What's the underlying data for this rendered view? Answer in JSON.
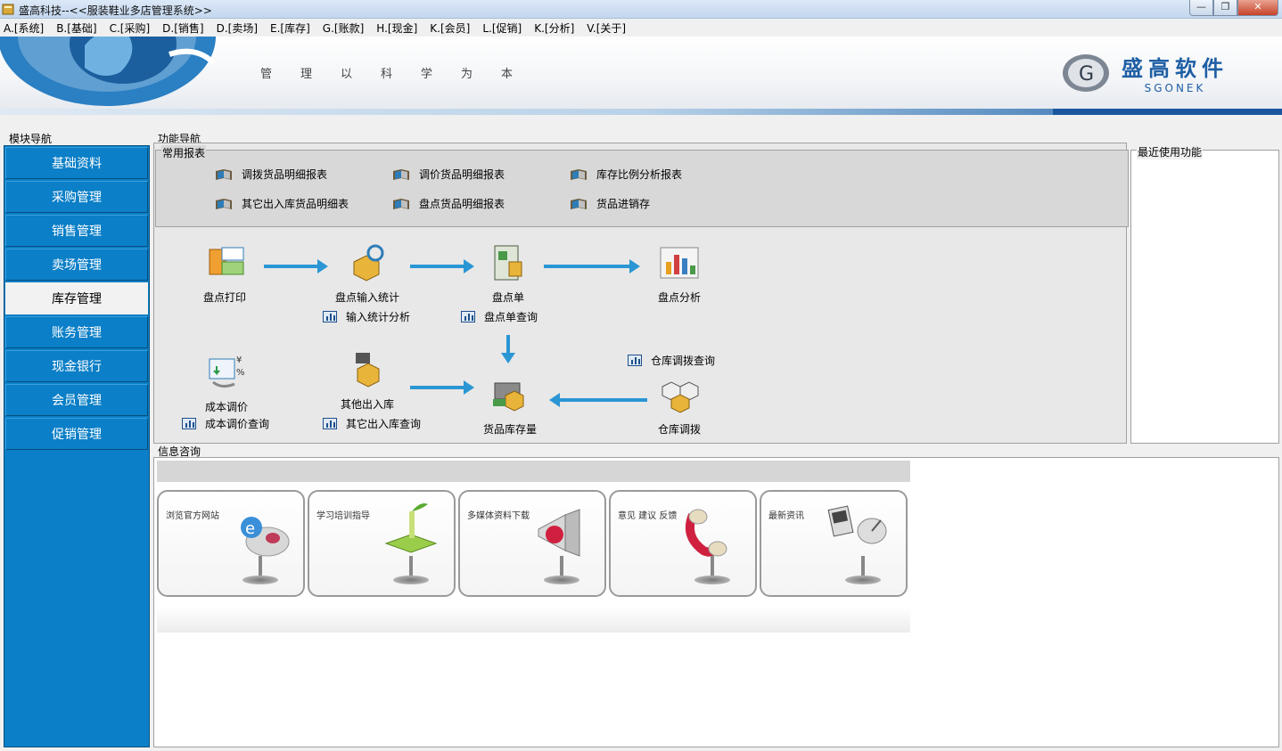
{
  "window": {
    "title": "盛高科技--<<服装鞋业多店管理系统>>",
    "minimize": "—",
    "restore": "❐",
    "close": "✕"
  },
  "menu": [
    "A.[系统]",
    "B.[基础]",
    "C.[采购]",
    "D.[销售]",
    "D.[卖场]",
    "E.[库存]",
    "G.[账款]",
    "H.[现金]",
    "K.[会员]",
    "L.[促销]",
    "K.[分析]",
    "V.[关于]"
  ],
  "banner": {
    "slogan": "管理以科学为本",
    "brand_cn": "盛高软件",
    "brand_en": "SGONEK"
  },
  "nav": {
    "label": "模块导航",
    "items": [
      "基础资料",
      "采购管理",
      "销售管理",
      "卖场管理",
      "库存管理",
      "账务管理",
      "现金银行",
      "会员管理",
      "促销管理"
    ],
    "active_index": 4
  },
  "function_nav": {
    "label": "功能导航",
    "reports_label": "常用报表",
    "reports": [
      "调拨货品明细报表",
      "调价货品明细报表",
      "库存比例分析报表",
      "其它出入库货品明细表",
      "盘点货品明细报表",
      "货品进销存"
    ],
    "recent_label": "最近使用功能",
    "flow": {
      "inventory_print": "盘点打印",
      "input_stats": "盘点输入统计",
      "count_sheet": "盘点单",
      "count_analysis": "盘点分析",
      "input_stats_analysis": "输入统计分析",
      "count_sheet_query": "盘点单查询",
      "cost_adjust": "成本调价",
      "other_io": "其他出入库",
      "stock": "货品库存量",
      "warehouse_transfer": "仓库调拨",
      "warehouse_transfer_query": "仓库调拨查询",
      "cost_adjust_query": "成本调价查询",
      "other_io_query": "其它出入库查询"
    }
  },
  "info": {
    "label": "信息咨询",
    "cards": [
      "浏览官方网站",
      "学习培训指导",
      "多媒体资料下载",
      "意见 建议 反馈",
      "最新资讯"
    ]
  },
  "colors": {
    "nav_bg": "#0b7fc7",
    "accent": "#1f5fa4",
    "arrow": "#2a96d4"
  }
}
